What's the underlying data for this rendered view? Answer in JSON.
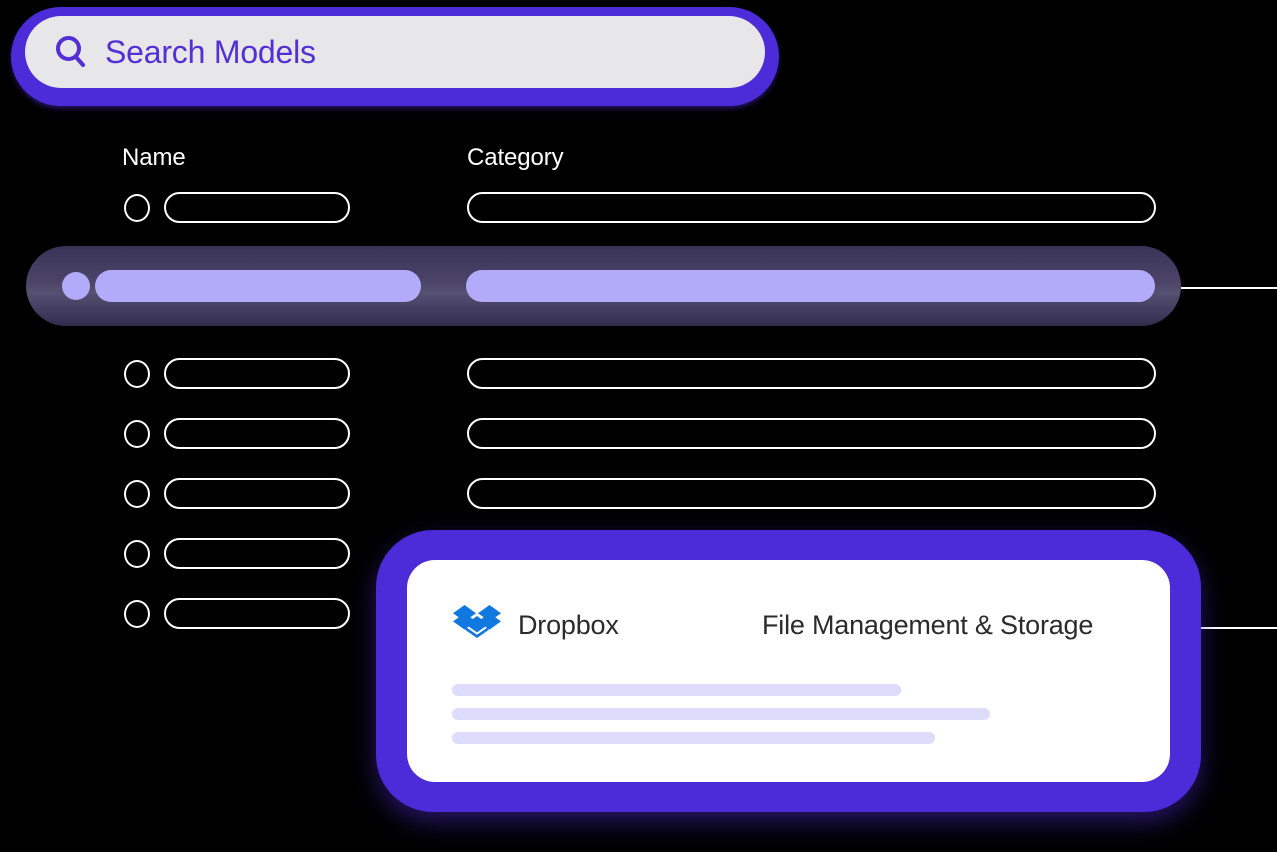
{
  "search": {
    "icon": "search-icon",
    "value": "Search Models",
    "placeholder": "Search Models",
    "accent_color": "#4c2bd9",
    "text_color": "#5230d6",
    "field_bg": "#e7e6e9"
  },
  "table": {
    "columns": [
      {
        "key": "name",
        "label": "Name"
      },
      {
        "key": "category",
        "label": "Category"
      }
    ],
    "rows": [
      {
        "id": "row-1",
        "selected": false,
        "name": "",
        "category": ""
      },
      {
        "id": "row-2",
        "selected": true,
        "name": "",
        "category": ""
      },
      {
        "id": "row-3",
        "selected": false,
        "name": "",
        "category": ""
      },
      {
        "id": "row-4",
        "selected": false,
        "name": "",
        "category": ""
      },
      {
        "id": "row-5",
        "selected": false,
        "name": "",
        "category": ""
      },
      {
        "id": "row-6",
        "selected": false,
        "name": "",
        "category": ""
      },
      {
        "id": "row-7",
        "selected": false,
        "name": "",
        "category": ""
      }
    ],
    "selected_row_colors": {
      "background_top": "#393358",
      "background_mid": "#565071",
      "background_bottom": "#332d4c",
      "pill": "#b2abf9"
    },
    "outline_color": "#ffffff"
  },
  "detail_card": {
    "logo": "dropbox-logo-icon",
    "logo_color": "#1178e0",
    "title": "Dropbox",
    "subtitle": "File Management & Storage",
    "glow_color": "#4c2bd9",
    "background": "#ffffff",
    "placeholder_bar_color": "#dedcfb",
    "placeholder_bars": [
      {
        "width_pct": 65
      },
      {
        "width_pct": 78
      },
      {
        "width_pct": 70
      }
    ]
  },
  "connectors": [
    {
      "name": "connector-selected-row"
    },
    {
      "name": "connector-detail-card"
    }
  ]
}
